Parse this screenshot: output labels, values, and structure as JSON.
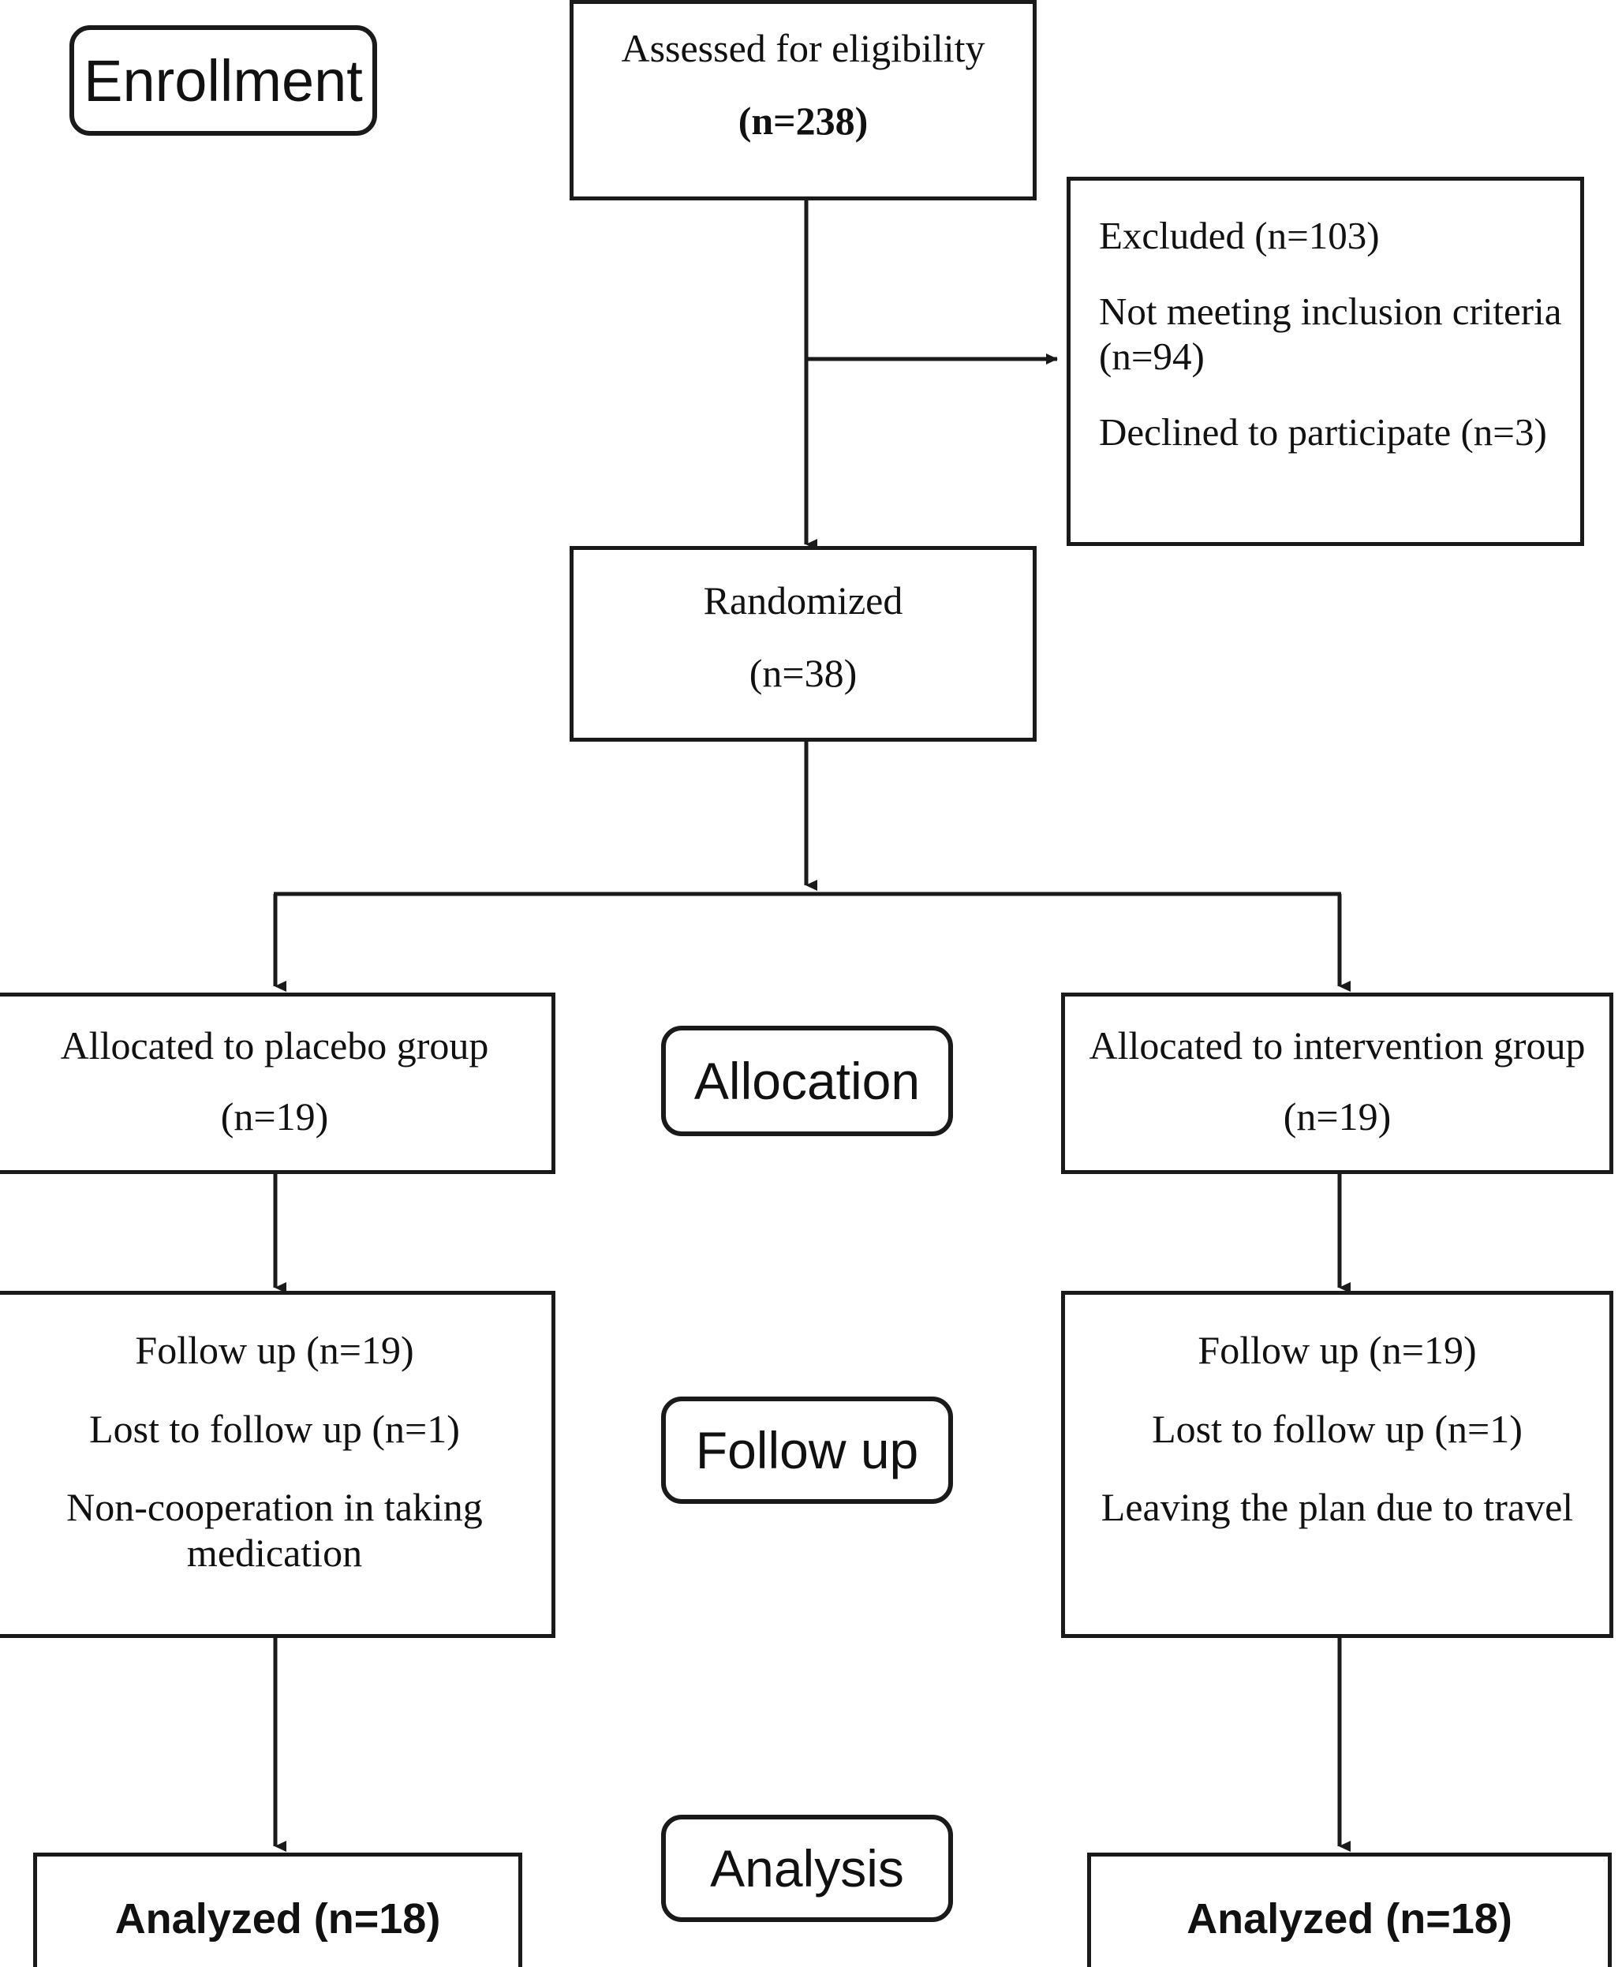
{
  "diagram": {
    "type": "consort-flow-diagram",
    "stage_labels": [
      {
        "id": "enrollment",
        "text": "Enrollment"
      },
      {
        "id": "allocation",
        "text": "Allocation"
      },
      {
        "id": "followup",
        "text": "Follow up"
      },
      {
        "id": "analysis",
        "text": "Analysis"
      }
    ],
    "nodes": {
      "assessed": {
        "lines": [
          "Assessed for eligibility",
          "(n=238)"
        ],
        "n": 238
      },
      "excluded": {
        "lines": [
          "Excluded (n=103)",
          "Not meeting inclusion criteria (n=94)",
          "Declined to participate (n=3)"
        ],
        "excluded_n": 103,
        "not_meeting_criteria_n": 94,
        "declined_n": 3
      },
      "randomized": {
        "lines": [
          "Randomized",
          "(n=38)"
        ],
        "n": 38
      },
      "alloc_placebo": {
        "lines": [
          "Allocated to placebo group",
          "(n=19)"
        ],
        "n": 19
      },
      "alloc_intervention": {
        "lines": [
          "Allocated to intervention group",
          "(n=19)"
        ],
        "n": 19
      },
      "followup_placebo": {
        "lines": [
          "Follow up (n=19)",
          "Lost to follow up (n=1)",
          "Non-cooperation in taking medication"
        ],
        "followed_n": 19,
        "lost_n": 1
      },
      "followup_intervention": {
        "lines": [
          "Follow up (n=19)",
          "Lost to follow up (n=1)",
          "Leaving the plan due to travel"
        ],
        "followed_n": 19,
        "lost_n": 1
      },
      "analyzed_placebo": {
        "lines": [
          "Analyzed (n=18)"
        ],
        "n": 18
      },
      "analyzed_intervention": {
        "lines": [
          "Analyzed (n=18)"
        ],
        "n": 18
      }
    },
    "colors": {
      "stroke": "#1a1a1a",
      "text": "#111111",
      "background": "#ffffff"
    }
  }
}
